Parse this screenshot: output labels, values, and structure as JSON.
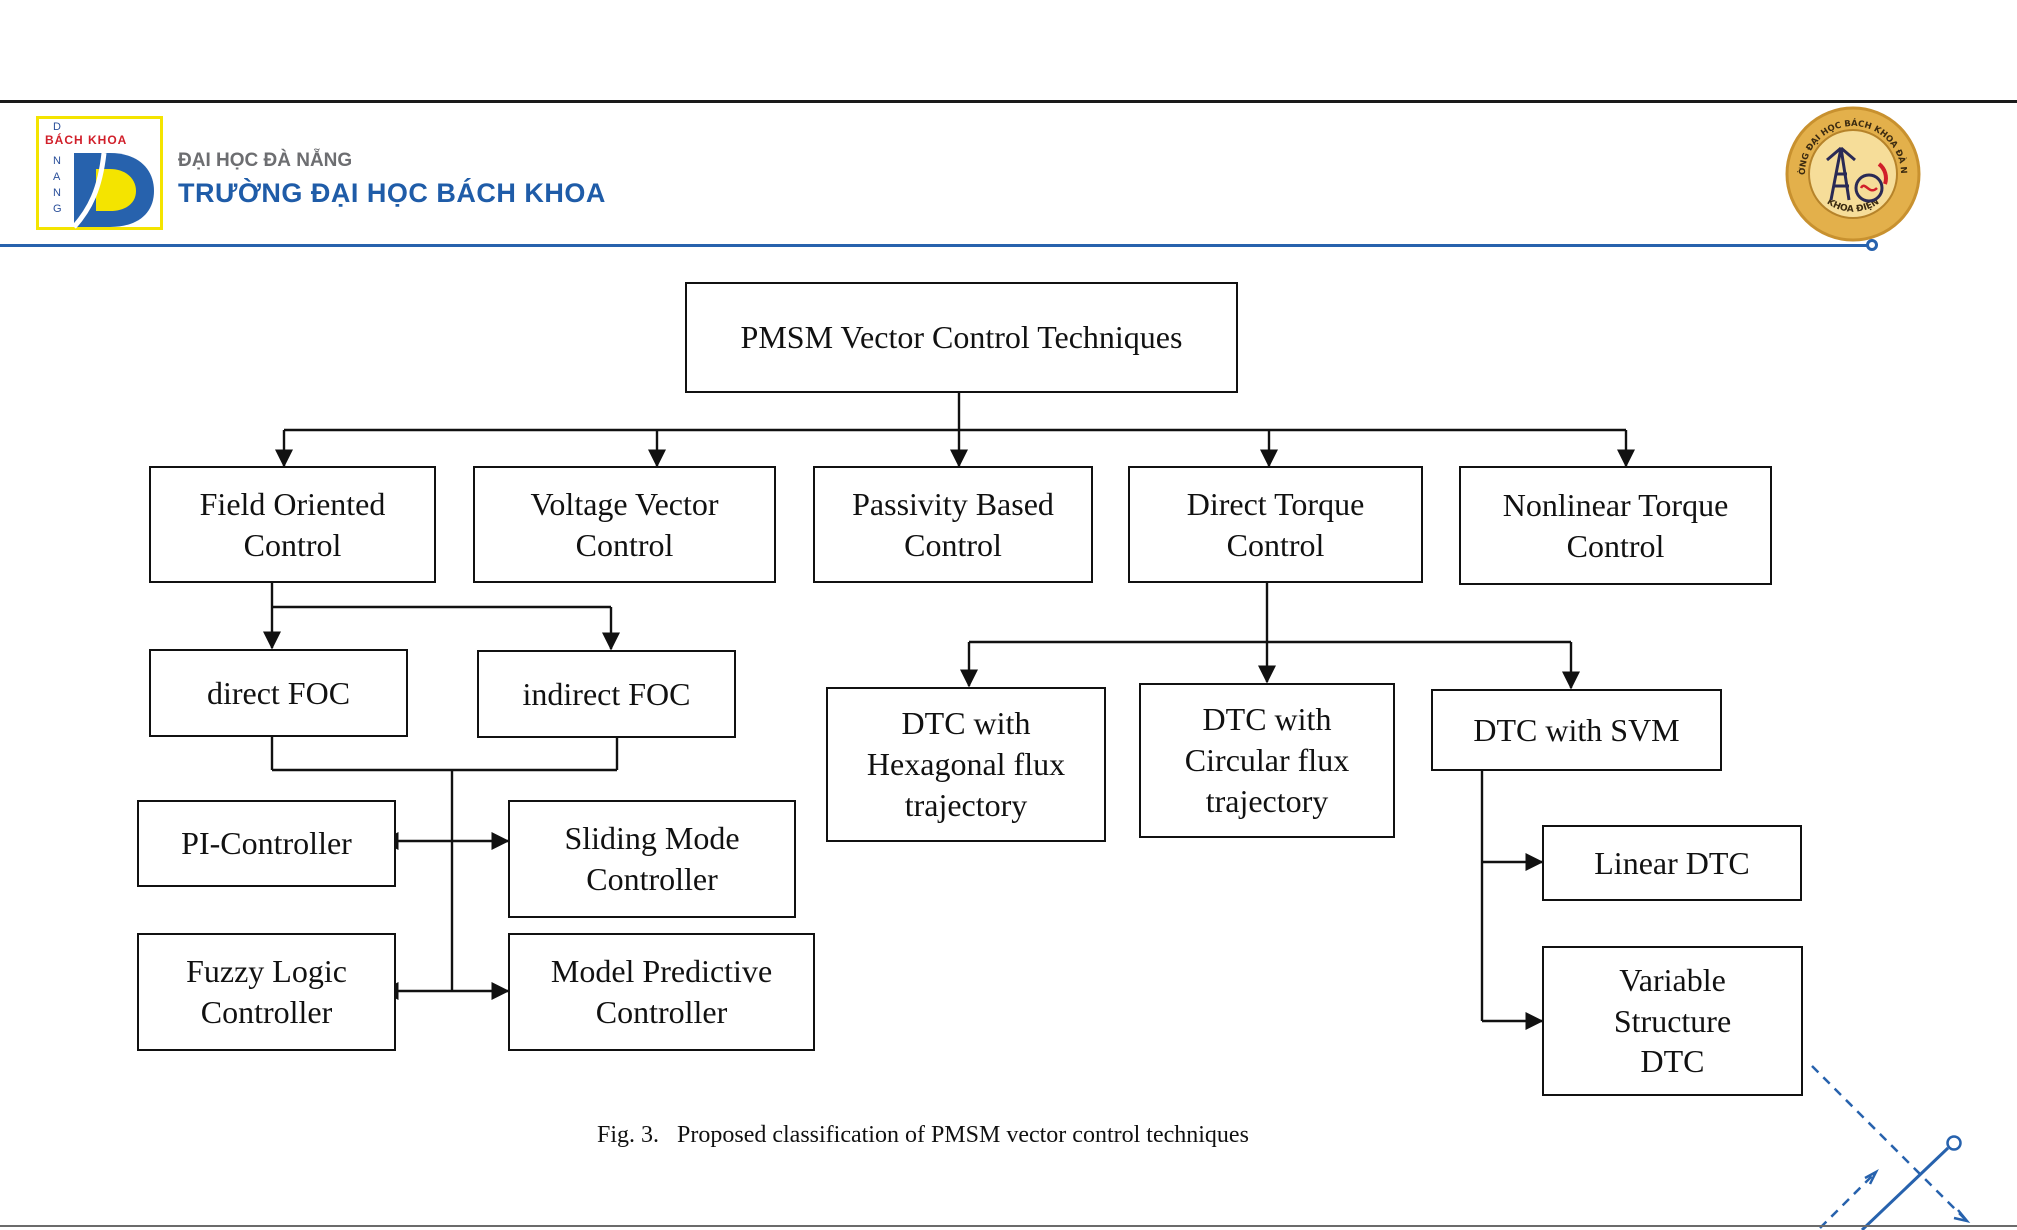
{
  "header": {
    "university_line1": "ĐẠI HỌC ĐÀ NẴNG",
    "university_line2": "TRƯỜNG ĐẠI HỌC BÁCH KHOA",
    "logo_left_text": "BÁCH KHOA",
    "logo_left_letters": [
      "D",
      "N",
      "A",
      "N",
      "G"
    ],
    "logo_right_text_top": "TRƯỜNG ĐẠI HỌC BÁCH KHOA ĐÀ NẴNG",
    "logo_right_text_bottom": "KHOA ĐIỆN"
  },
  "diagram": {
    "root": "PMSM Vector Control Techniques",
    "categories": {
      "foc": "Field Oriented\nControl",
      "vvc": "Voltage Vector\nControl",
      "pbc": "Passivity Based\nControl",
      "dtc": "Direct Torque\nControl",
      "ntc": "Nonlinear Torque\nControl"
    },
    "foc_children": {
      "direct": "direct FOC",
      "indirect": "indirect FOC"
    },
    "controllers": {
      "pi": "PI-Controller",
      "smc": "Sliding Mode\nController",
      "flc": "Fuzzy Logic\nController",
      "mpc": "Model Predictive\nController"
    },
    "dtc_children": {
      "hex": "DTC with\nHexagonal flux\ntrajectory",
      "circ": "DTC with\nCircular flux\ntrajectory",
      "svm": "DTC with SVM"
    },
    "svm_children": {
      "linear": "Linear DTC",
      "vs": "Variable\nStructure\nDTC"
    },
    "caption": "Fig. 3.   Proposed classification of PMSM vector control techniques"
  },
  "colors": {
    "brand_blue": "#1f5ca8",
    "brand_red": "#d11f2a",
    "brand_yellow": "#f4e400",
    "seal_gold": "#e3b04b",
    "line": "#111111"
  }
}
